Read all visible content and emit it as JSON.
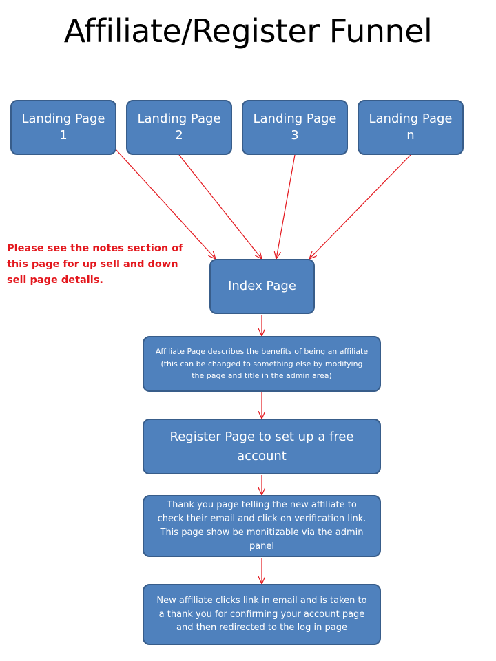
{
  "title": "Affiliate/Register Funnel",
  "landing_pages": [
    {
      "label": "Landing Page 1"
    },
    {
      "label": "Landing Page 2"
    },
    {
      "label": "Landing Page 3"
    },
    {
      "label": "Landing Page n"
    }
  ],
  "note": "Please see the notes section of this page for up sell and down sell page details.",
  "steps": {
    "index": "Index Page",
    "affiliate": "Affiliate Page describes the benefits of being an affiliate (this can be changed to something else by modifying the page and title in the admin area)",
    "register": "Register Page to set up a free account",
    "thankyou": "Thank you page telling the new affiliate to check their email and click on verification link.  This page show be monitizable via the admin panel",
    "confirm": "New affiliate clicks link in email and is taken to a thank you for confirming your account page and then redirected to the log in page"
  },
  "colors": {
    "box_fill": "#4f81bd",
    "box_border": "#385d8a",
    "arrow": "#e3171d",
    "note_text": "#e3171d"
  }
}
